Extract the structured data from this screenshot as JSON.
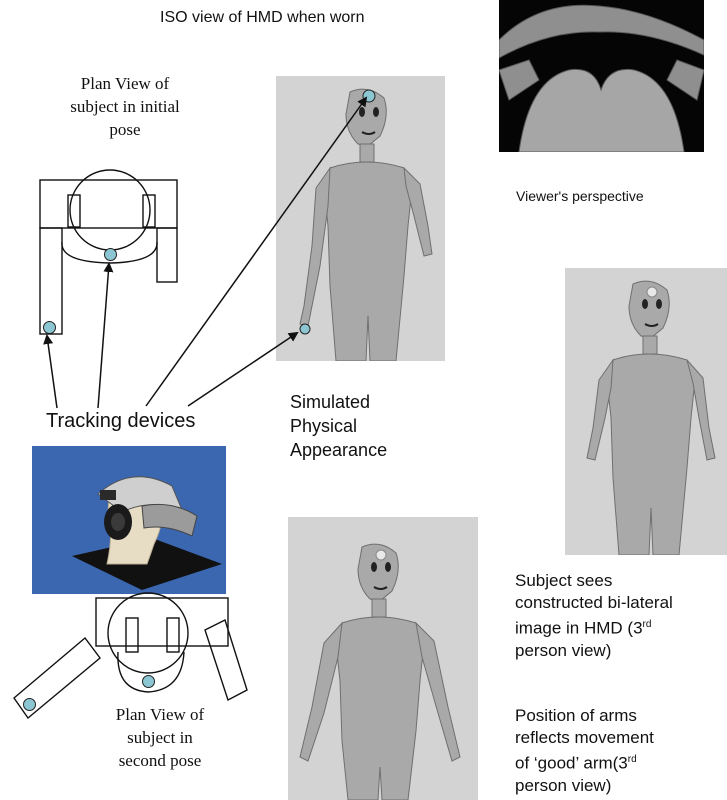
{
  "header": {
    "iso_title": "ISO view of HMD when worn"
  },
  "labels": {
    "plan_initial": [
      "Plan View of",
      "subject in initial",
      "pose"
    ],
    "plan_second": [
      "Plan View of",
      "subject in",
      "second pose"
    ],
    "tracking": "Tracking devices",
    "viewer": "Viewer's perspective",
    "simulated": [
      "Simulated",
      "Physical",
      "Appearance"
    ],
    "subject_sees": {
      "line1": "Subject sees",
      "line2": "constructed bi-lateral",
      "line3_pre": "image in HMD (3",
      "line3_sup": "rd",
      "line4": "person view)"
    },
    "position_arms": {
      "line1": "Position of arms",
      "line2": "reflects movement",
      "line3_pre": "of ‘good’ arm(3",
      "line3_sup": "rd",
      "line4": "person view)"
    }
  },
  "colors": {
    "render_bg": "#d3d3d3",
    "figure_fill": "#a9a9a9",
    "sensor": "#8cc6d2",
    "photo_bg": "#3b66b0",
    "dark_bg": "#050505"
  },
  "icons": {
    "hmd_photo": "head-mounted-display-photo-icon",
    "viewer_render": "hmd-viewer-perspective-icon",
    "tracker": "tracking-sensor-icon"
  }
}
